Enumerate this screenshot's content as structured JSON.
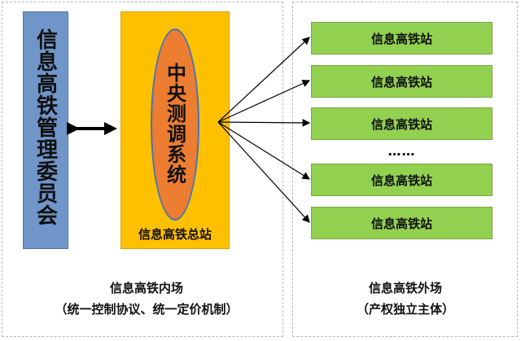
{
  "left_panel": {
    "committee_label": "信息高铁管理委员会",
    "center_label": "中央测调系统",
    "hq_label": "信息高铁总站",
    "caption_title": "信息高铁内场",
    "caption_sub": "（统一控制协议、统一定价机制）"
  },
  "right_panel": {
    "stations": [
      "信息高铁站",
      "信息高铁站",
      "信息高铁站",
      "信息高铁站",
      "信息高铁站"
    ],
    "ellipsis": "……",
    "caption_title": "信息高铁外场",
    "caption_sub": "（产权独立主体）"
  },
  "colors": {
    "committee": "#6f95c9",
    "hq": "#ffc000",
    "center": "#ed7d31",
    "station": "#92d050"
  }
}
